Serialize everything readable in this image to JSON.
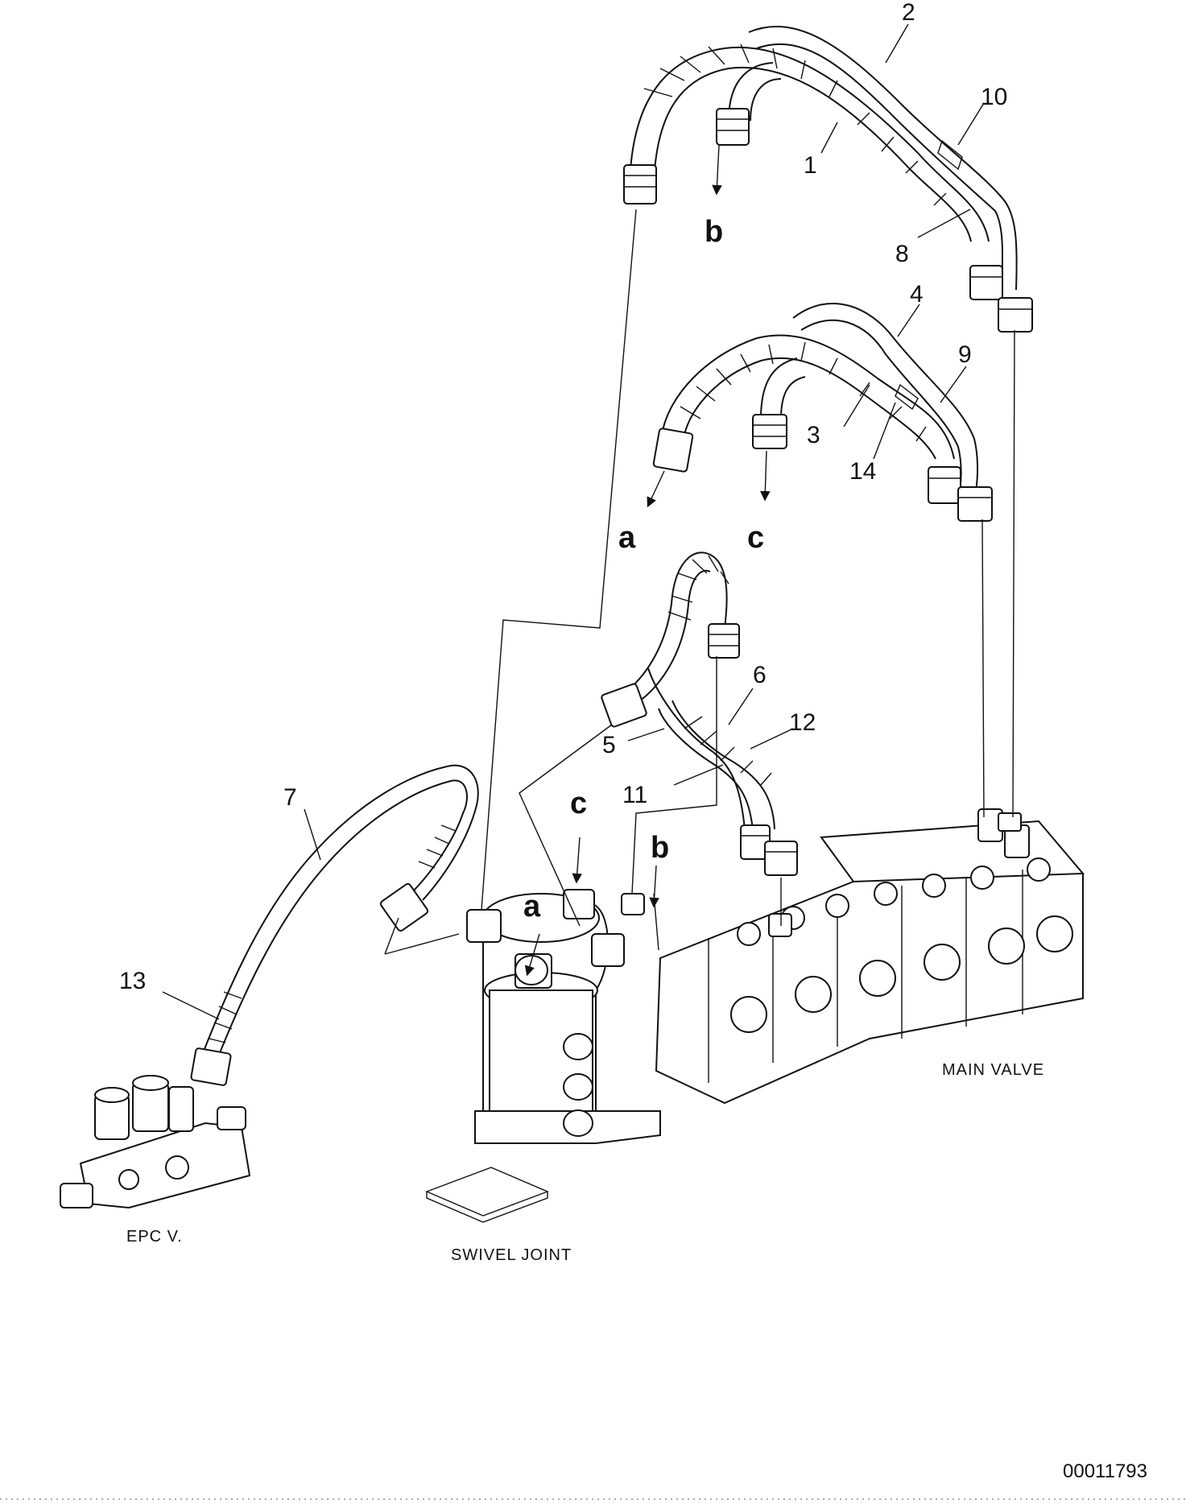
{
  "callouts": {
    "n1": "1",
    "n2": "2",
    "n3": "3",
    "n4": "4",
    "n5": "5",
    "n6": "6",
    "n7": "7",
    "n8": "8",
    "n9": "9",
    "n10": "10",
    "n11": "11",
    "n12": "12",
    "n13": "13",
    "n14": "14"
  },
  "connection_letters": {
    "a_top": "a",
    "b_top": "b",
    "c_top": "c",
    "a_joint": "a",
    "b_joint": "b",
    "c_joint": "c"
  },
  "labels": {
    "main_valve": "MAIN VALVE",
    "swivel_joint": "SWIVEL JOINT",
    "epc_valve": "EPC V."
  },
  "figure_number": "00011793"
}
